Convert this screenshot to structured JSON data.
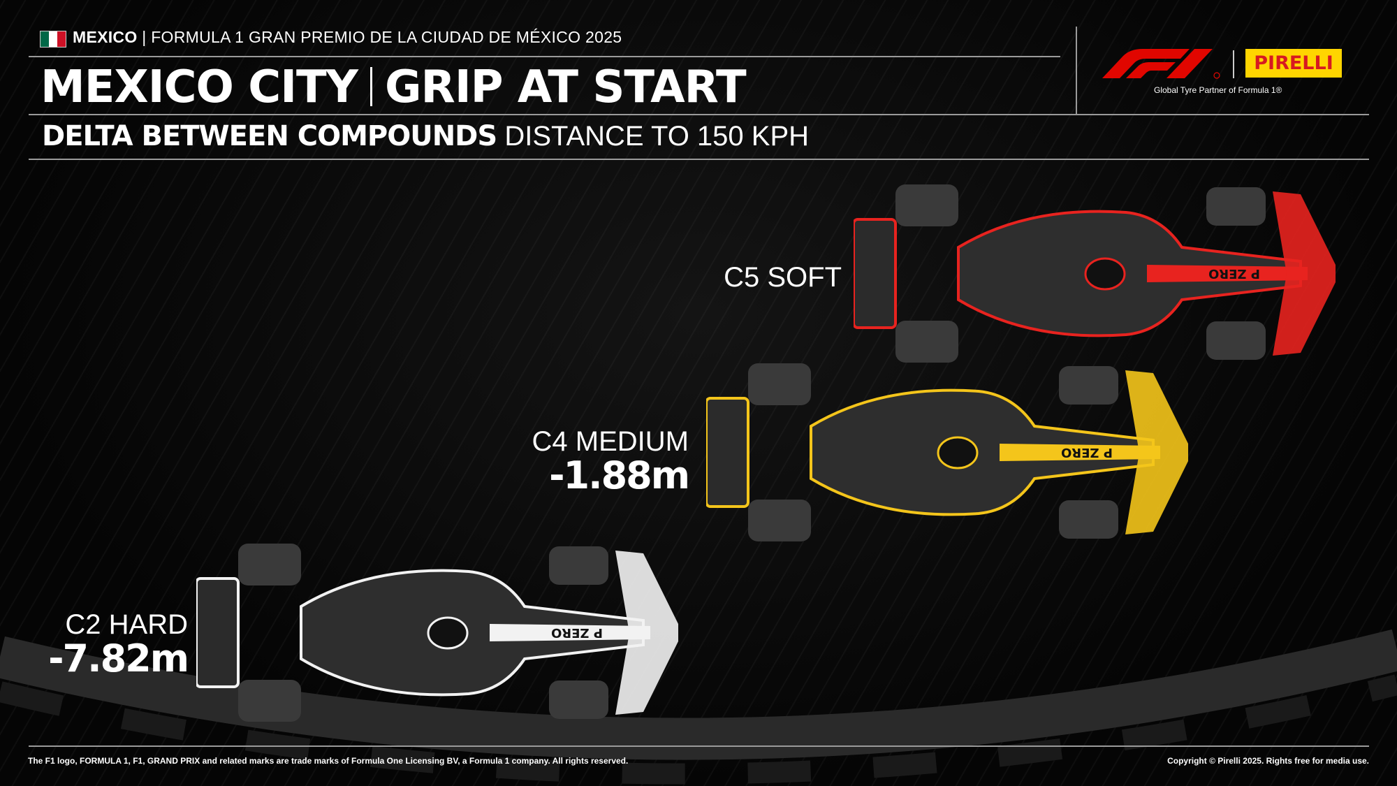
{
  "header": {
    "country": "MEXICO",
    "event": "FORMULA 1 GRAN PREMIO DE LA CIUDAD DE MÉXICO 2025",
    "flag_colors": [
      "#006847",
      "#ffffff",
      "#ce1126"
    ]
  },
  "title": {
    "left": "MEXICO CITY",
    "right": "GRIP AT START"
  },
  "subtitle": {
    "bold": "DELTA BETWEEN COMPOUNDS",
    "regular": "DISTANCE TO 150 KPH"
  },
  "logos": {
    "f1": "F1",
    "pirelli": "PIRELLI",
    "tagline": "Global Tyre Partner of Formula 1®"
  },
  "compounds": [
    {
      "name": "C5 SOFT",
      "delta": "",
      "color": "#e8231f"
    },
    {
      "name": "C4 MEDIUM",
      "delta": "-1.88m",
      "color": "#f4c51b"
    },
    {
      "name": "C2 HARD",
      "delta": "-7.82m",
      "color": "#f2f2f2"
    }
  ],
  "car_livery_text": "P ZERO",
  "footer": {
    "left": "The F1 logo, FORMULA 1, F1, GRAND PRIX and related marks are trade marks of Formula One Licensing BV, a Formula 1 company. All rights reserved.",
    "right": "Copyright © Pirelli 2025. Rights free for media use."
  }
}
